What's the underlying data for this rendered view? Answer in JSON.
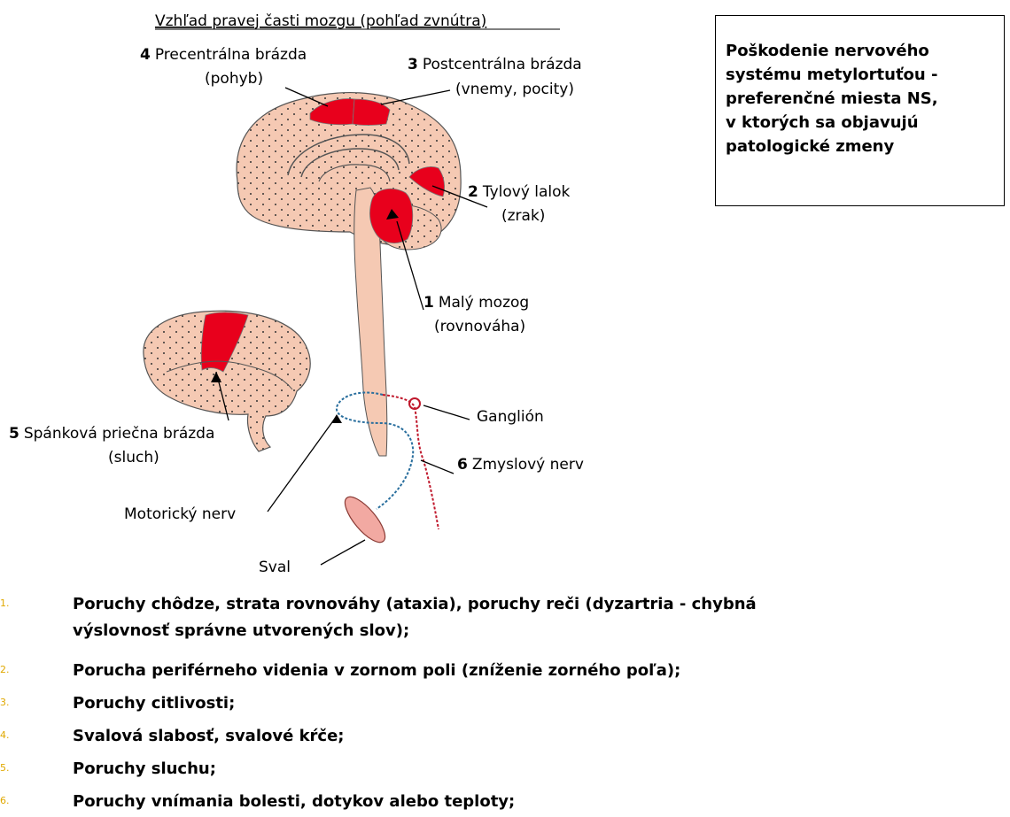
{
  "diagram": {
    "title": "Vzhľad pravej časti mozgu (pohľad zvnútra)",
    "labels": {
      "precentral_num": "4",
      "precentral": "Precentrálna brázda",
      "precentral_sub": "(pohyb)",
      "postcentral_num": "3",
      "postcentral": "Postcentrálna brázda",
      "postcentral_sub": "(vnemy, pocity)",
      "occipital_num": "2",
      "occipital": "Tylový lalok",
      "occipital_sub": "(zrak)",
      "cerebellum_num": "1",
      "cerebellum": "Malý mozog",
      "cerebellum_sub": "(rovnováha)",
      "temporal_num": "5",
      "temporal": "Spánková priečna brázda",
      "temporal_sub": "(sluch)",
      "ganglion": "Ganglión",
      "sensory_num": "6",
      "sensory": "Zmyslový nerv",
      "motor": "Motorický nerv",
      "muscle": "Sval"
    },
    "colors": {
      "brain": "#f5c9b3",
      "highlight": "#e8001c",
      "motor_nerve": "#2a6f9e",
      "sensory_nerve": "#c0182c",
      "list_number": "#e0a800"
    }
  },
  "info_box": {
    "lines": [
      "Poškodenie nervového",
      "systému metylortuťou -",
      "preferenčné miesta NS,",
      "v ktorých sa objavujú",
      "patologické zmeny"
    ]
  },
  "symptoms": [
    {
      "num": "1.",
      "lines": [
        "Poruchy chôdze, strata rovnováhy (ataxia), poruchy reči (dyzartria - chybná",
        "výslovnosť správne utvorených slov);"
      ]
    },
    {
      "num": "2.",
      "lines": [
        "Porucha periférneho videnia v zornom poli (zníženie zorného poľa);"
      ]
    },
    {
      "num": "3.",
      "lines": [
        "Poruchy citlivosti;"
      ]
    },
    {
      "num": "4.",
      "lines": [
        "Svalová slabosť, svalové kŕče;"
      ]
    },
    {
      "num": "5.",
      "lines": [
        "Poruchy sluchu;"
      ]
    },
    {
      "num": "6.",
      "lines": [
        "Poruchy vnímania bolesti, dotykov alebo teploty;"
      ]
    }
  ]
}
